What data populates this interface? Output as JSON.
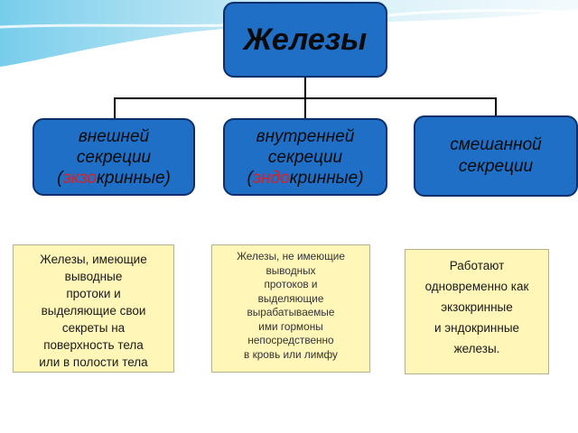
{
  "diagram": {
    "root": {
      "label": "Железы"
    },
    "branches": [
      {
        "lines": [
          [
            {
              "text": "внешней"
            }
          ],
          [
            {
              "text": "секреции"
            }
          ],
          [
            {
              "text": "("
            },
            {
              "text": "экзо",
              "highlight": true
            },
            {
              "text": "кринные)"
            }
          ]
        ],
        "description": [
          "Железы, имеющие",
          "выводные",
          "протоки  и",
          "выделяющие  свои",
          "секреты на",
          "поверхность тела",
          "или в полости тела"
        ]
      },
      {
        "lines": [
          [
            {
              "text": "внутренней"
            }
          ],
          [
            {
              "text": "секреции"
            }
          ],
          [
            {
              "text": "("
            },
            {
              "text": "эндо",
              "highlight": true
            },
            {
              "text": "кринные)"
            }
          ]
        ],
        "description": [
          "Железы, не имеющие",
          "выводных",
          "протоков  и",
          "выделяющие",
          "вырабатываемые",
          "ими гормоны",
          "непосредственно",
          "в кровь или лимфу"
        ]
      },
      {
        "lines": [
          [
            {
              "text": "смешанной"
            }
          ],
          [
            {
              "text": "секреции"
            }
          ]
        ],
        "description": [
          "Работают",
          "одновременно как",
          "экзокринные",
          "и эндокринные",
          "железы."
        ]
      }
    ]
  },
  "colors": {
    "box_fill": "#1f6fc6",
    "box_border": "#0b2f6b",
    "highlight": "#e31c1c",
    "note_fill": "#fff6b8"
  }
}
